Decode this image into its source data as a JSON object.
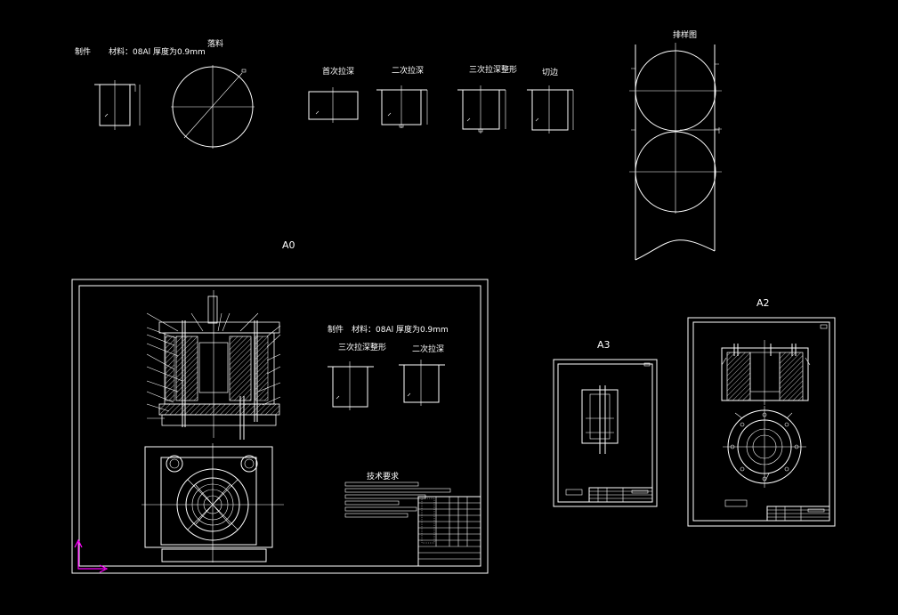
{
  "top": {
    "part_label": "制件",
    "material_text": "材料：08Al  厚度为0.9mm",
    "blank_label": "落料",
    "draw1_label": "首次拉深",
    "draw2_label": "二次拉深",
    "draw3_label": "三次拉深整形",
    "trim_label": "切边",
    "layout_label": "排样图"
  },
  "sheets": {
    "a0_label": "A0",
    "a3_label": "A3",
    "a2_label": "A2"
  },
  "a0": {
    "part_label": "制件",
    "material_text": "材料：08Al  厚度为0.9mm",
    "draw3_label": "三次拉深整形",
    "draw2_label": "二次拉深",
    "tech_req_label": "技术要求"
  },
  "colors": {
    "background": "#000000",
    "line": "#ffffff",
    "ucs_axis": "#ff00ff"
  }
}
